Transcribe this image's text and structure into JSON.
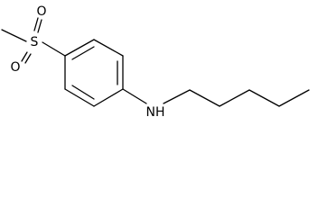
{
  "molecule": {
    "atoms": {
      "sulfur": "S",
      "oxygen_top": "O",
      "oxygen_bottom": "O",
      "amine": "NH"
    }
  }
}
